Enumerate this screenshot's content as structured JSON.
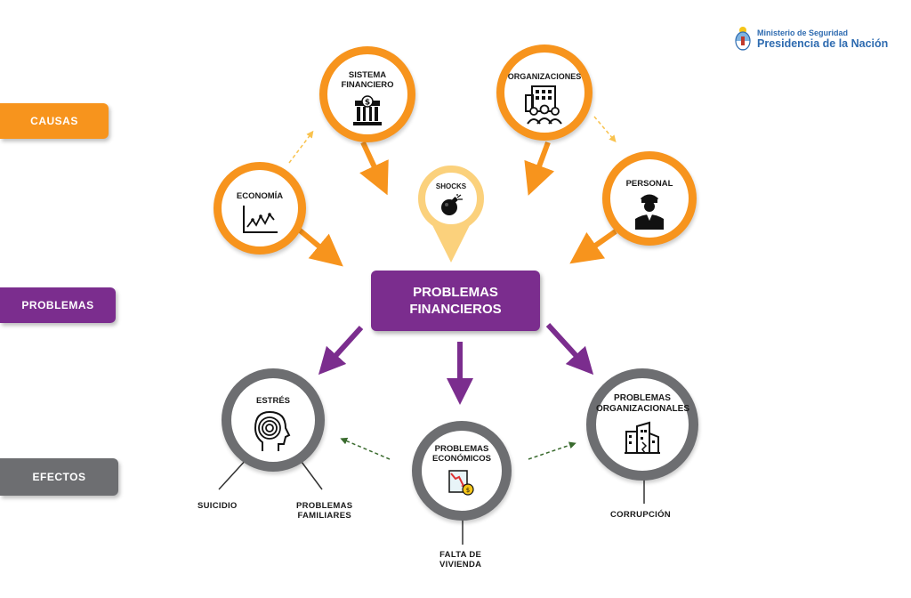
{
  "sections": {
    "causas": "CAUSAS",
    "problemas": "PROBLEMAS",
    "efectos": "EFECTOS"
  },
  "logo": {
    "line1": "Ministerio de Seguridad",
    "line2": "Presidencia de la Nación",
    "icon": "argentina-coat-of-arms-icon"
  },
  "causes": {
    "sistema_financiero": {
      "line1": "SISTEMA",
      "line2": "FINANCIERO",
      "icon": "bank-icon"
    },
    "organizaciones": {
      "line1": "ORGANIZACIONES",
      "icon": "organization-icon"
    },
    "economia": {
      "line1": "ECONOMÍA",
      "icon": "line-chart-icon"
    },
    "shocks": {
      "line1": "SHOCKS",
      "icon": "bomb-icon"
    },
    "personal": {
      "line1": "PERSONAL",
      "icon": "police-officer-icon"
    }
  },
  "problem": {
    "line1": "PROBLEMAS",
    "line2": "FINANCIEROS"
  },
  "effects": {
    "estres": {
      "line1": "ESTRÉS",
      "icon": "head-stress-icon"
    },
    "problemas_economicos": {
      "line1": "PROBLEMAS",
      "line2": "ECONÓMICOS",
      "icon": "falling-money-icon"
    },
    "problemas_organizacionales": {
      "line1": "PROBLEMAS",
      "line2": "ORGANIZACIONALES",
      "icon": "damaged-building-icon"
    }
  },
  "sub_effects": {
    "suicidio": "SUICIDIO",
    "problemas_familiares_1": "PROBLEMAS",
    "problemas_familiares_2": "FAMILIARES",
    "falta_vivienda_1": "FALTA DE",
    "falta_vivienda_2": "VIVIENDA",
    "corrupcion": "CORRUPCIÓN"
  },
  "colors": {
    "orange": "#f7941d",
    "pale_orange": "#fbd17c",
    "purple": "#7b2d8e",
    "gray": "#6d6e71",
    "dashed_arrow_orange": "#f9c24d",
    "dashed_arrow_green": "#3a6b2e",
    "logo_blue": "#2e6bb0"
  }
}
